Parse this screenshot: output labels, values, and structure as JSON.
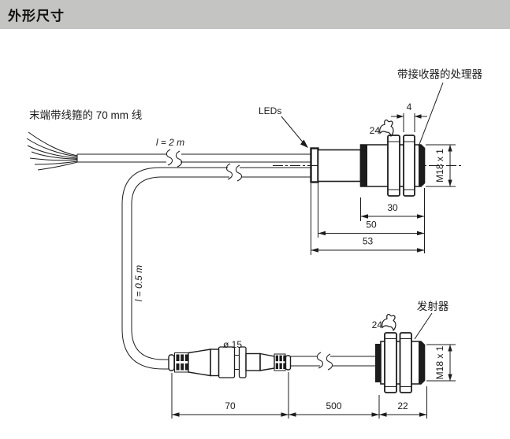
{
  "title": "外形尺寸",
  "labels": {
    "cable_note": "末端带线箍的 70 mm 线",
    "receiver_cable_length": "l = 2 m",
    "leds": "LEDs",
    "receiver": "带接收器的处理器",
    "transmitter": "发射器",
    "transmitter_cable_length": "l = 0.5 m",
    "connector_diameter": "ø 15"
  },
  "dimensions": {
    "receiver": {
      "nut_width": "4",
      "wrench_size": "24",
      "thread": "M18 x 1",
      "thread_length": "30",
      "housing_length": "50",
      "total_length": "53"
    },
    "transmitter": {
      "wrench_size": "24",
      "thread": "M18 x 1",
      "connector_length": "70",
      "cable_length": "500",
      "housing_length": "22"
    }
  },
  "colors": {
    "title_bar_bg": "#c4c4c2",
    "line": "#1c1c1c",
    "background": "#ffffff"
  }
}
